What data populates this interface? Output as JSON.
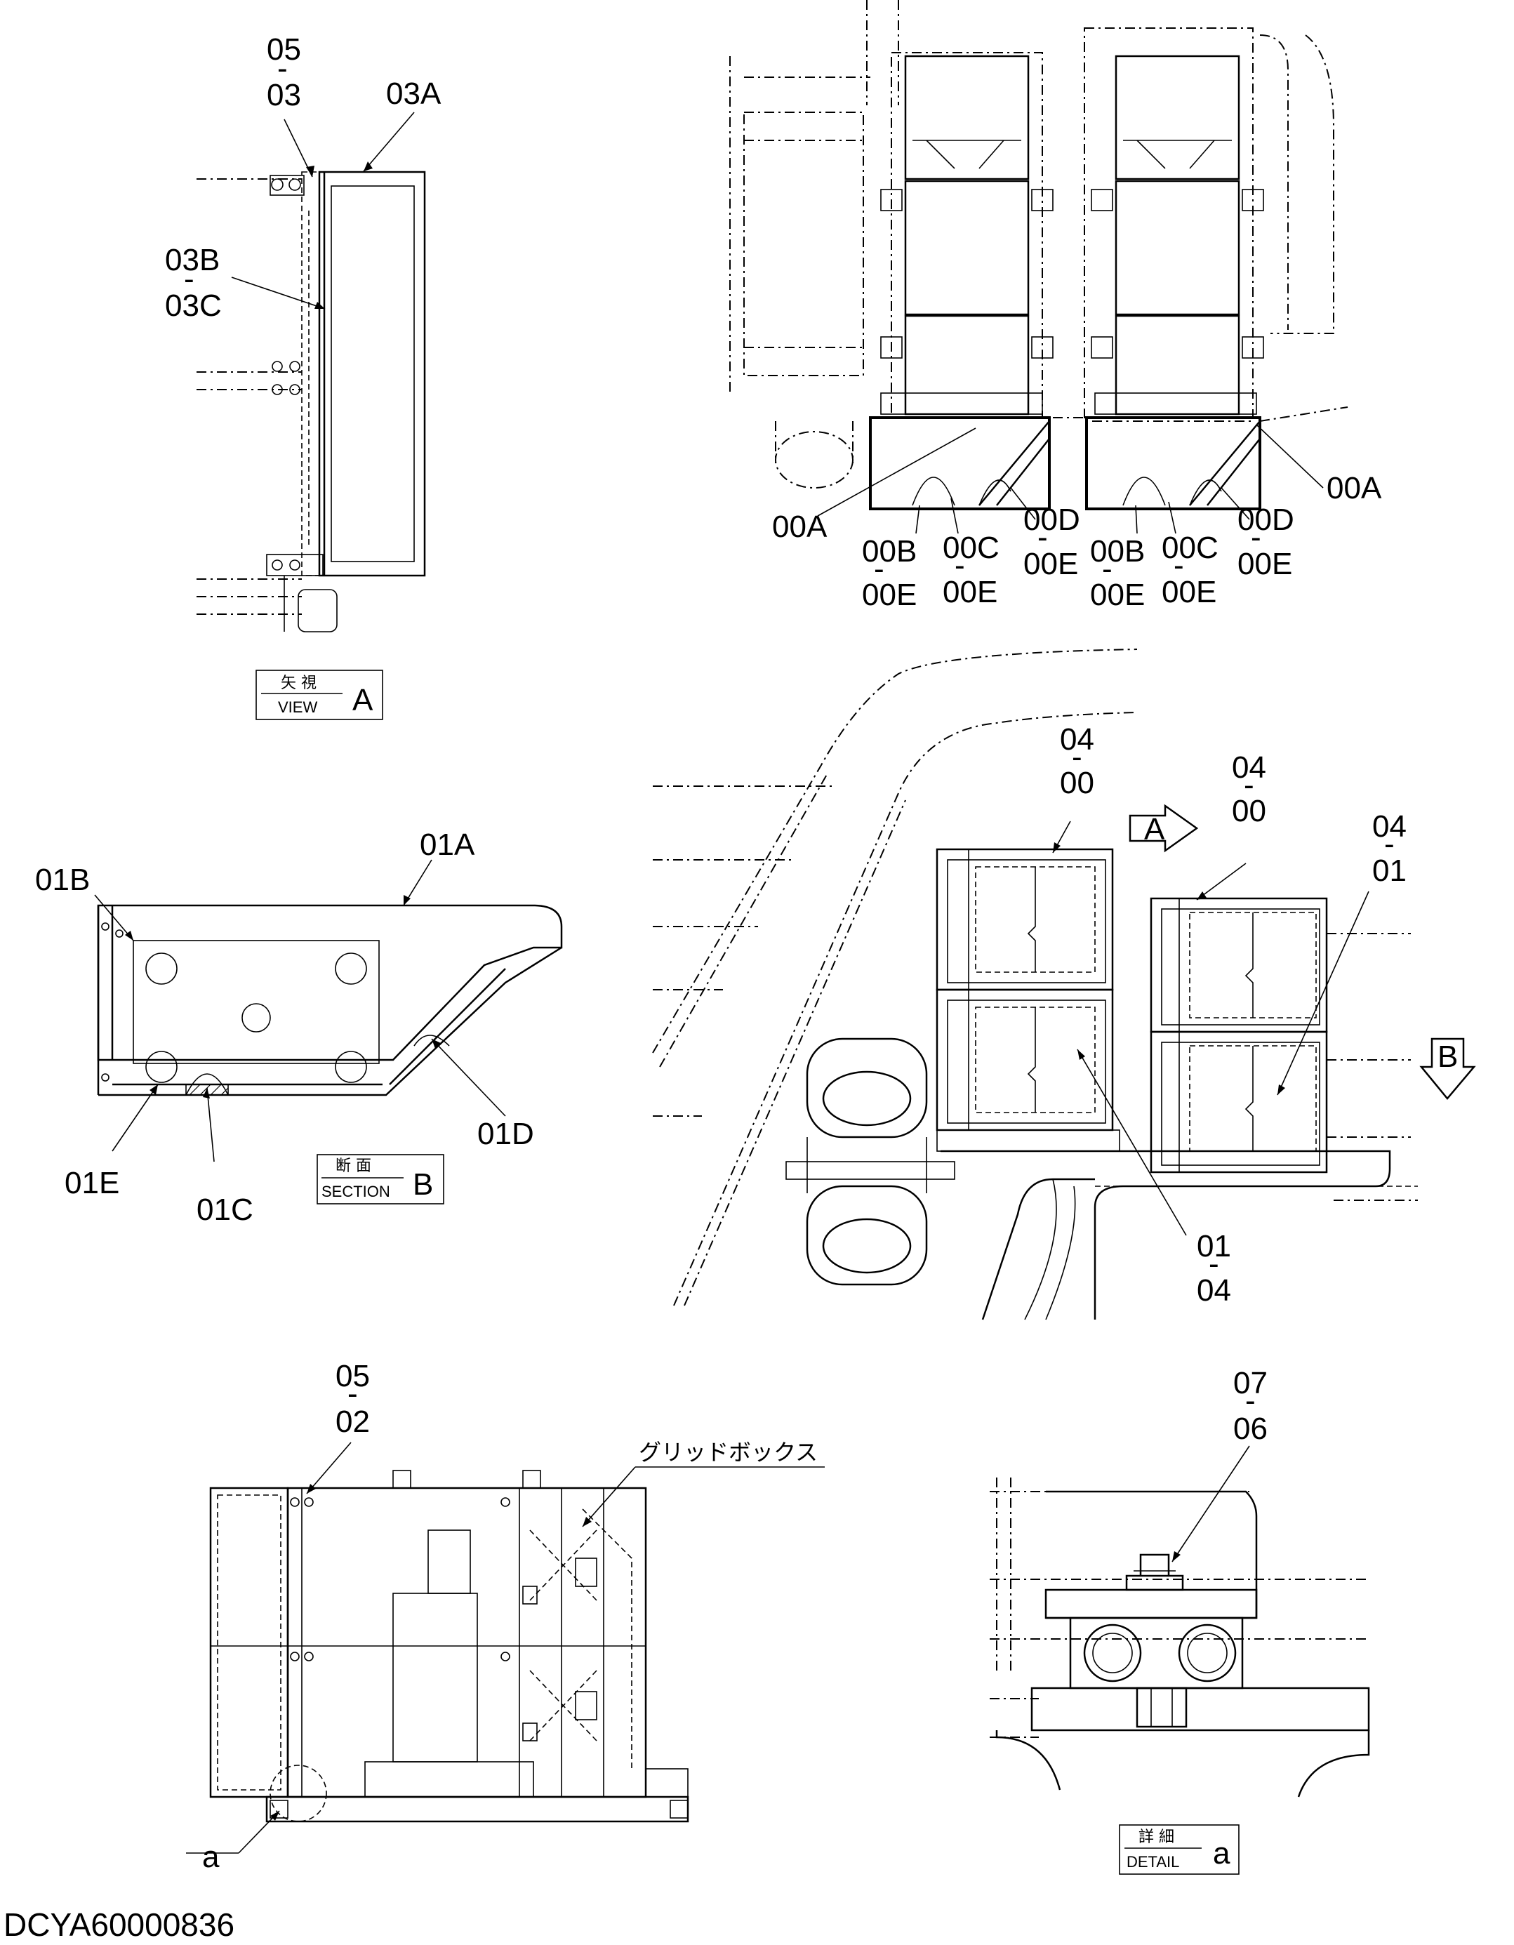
{
  "drawing_id": "DCYA60000836",
  "view_A": {
    "title_jp": "矢 視",
    "title_en": "VIEW",
    "letter": "A",
    "callouts": {
      "c05_03": [
        "05",
        "03"
      ],
      "c03A": "03A",
      "c03B_03C": [
        "03B",
        "03C"
      ]
    }
  },
  "top_right": {
    "callouts": {
      "left_00A": "00A",
      "left_00B_00E": [
        "00B",
        "00E"
      ],
      "left_00C_00E": [
        "00C",
        "00E"
      ],
      "left_00D_00E": [
        "00D",
        "00E"
      ],
      "right_00B_00E": [
        "00B",
        "00E"
      ],
      "right_00C_00E": [
        "00C",
        "00E"
      ],
      "right_00D_00E": [
        "00D",
        "00E"
      ],
      "right_00A": "00A"
    }
  },
  "section_B": {
    "title_jp": "断 面",
    "title_en": "SECTION",
    "letter": "B",
    "callouts": {
      "c01A": "01A",
      "c01B": "01B",
      "c01C": "01C",
      "c01D": "01D",
      "c01E": "01E"
    }
  },
  "main_view": {
    "arrow_A": "A",
    "arrow_B": "B",
    "callouts": {
      "c04_00_left": [
        "04",
        "00"
      ],
      "c04_00_right": [
        "04",
        "00"
      ],
      "c04_01": [
        "04",
        "01"
      ],
      "c01_04": [
        "01",
        "04"
      ]
    }
  },
  "bottom_left": {
    "callouts": {
      "c05_02": [
        "05",
        "02"
      ],
      "grid_box": "グリッドボックス",
      "detail_ref": "a"
    }
  },
  "detail_a": {
    "title_jp": "詳 細",
    "title_en": "DETAIL",
    "letter": "a",
    "callouts": {
      "c07_06": [
        "07",
        "06"
      ]
    }
  }
}
